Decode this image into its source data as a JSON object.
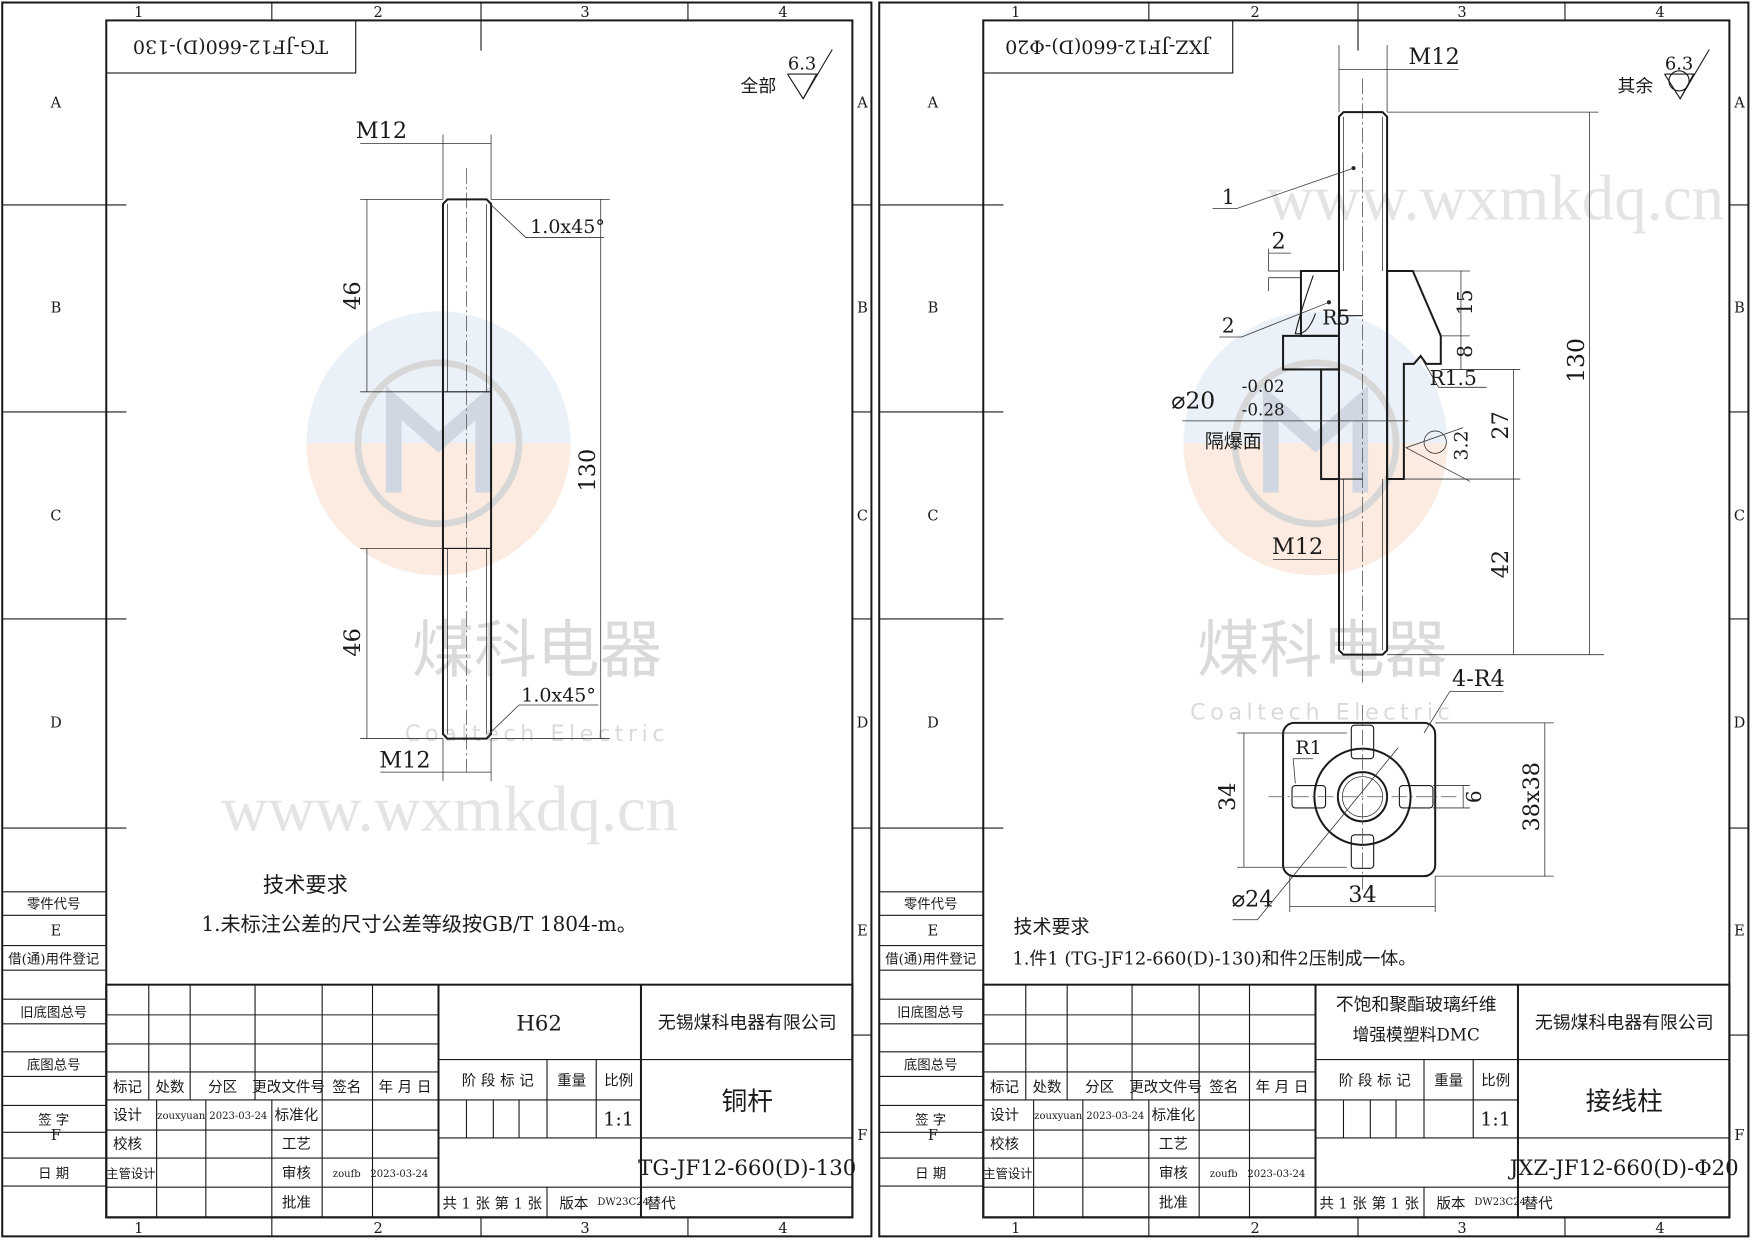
{
  "frame": {
    "col_numbers": [
      "1",
      "2",
      "3",
      "4"
    ],
    "row_letters": [
      "A",
      "B",
      "C",
      "D",
      "E",
      "F"
    ],
    "side_labels": [
      "零件代号",
      "借(通)用件登记",
      "旧底图总号",
      "底图总号",
      "签 字",
      "日 期"
    ],
    "title_block": {
      "headers": [
        "标记",
        "处数",
        "分区",
        "更改文件号",
        "签名",
        "年 月 日"
      ],
      "design": "设计",
      "designer": "zouxyuan",
      "design_date": "2023-03-24",
      "standardize": "标准化",
      "check": "校核",
      "process": "工艺",
      "chief": "主管设计",
      "review": "审核",
      "reviewer": "zoufb",
      "review_date": "2023-03-24",
      "approve": "批准",
      "stage_mark": "阶 段 标 记",
      "weight": "重量",
      "scale_label": "比例",
      "scale": "1:1",
      "sheets": "共 1 张  第 1 张",
      "version_label": "版本",
      "version": "DW23C24",
      "replace": "替代"
    }
  },
  "watermark": {
    "cn": "煤科电器",
    "en": "Coaltech Electric",
    "url": "www.wxmkdq.cn"
  },
  "sheets": [
    {
      "drawing_no_flipped": "TG-JF12-660(D)-130",
      "surface_label": "全部",
      "roughness": "6.3",
      "material": [
        "H62"
      ],
      "company": "无锡煤科电器有限公司",
      "part_name": "铜杆",
      "code": "TG-JF12-660(D)-130",
      "dims": {
        "thread_top": "M12",
        "len1": "46",
        "len2": "46",
        "total": "130",
        "chamfer1": "1.0x45°",
        "chamfer2": "1.0x45°",
        "thread_bottom": "M12"
      },
      "tech": {
        "title": "技术要求",
        "line1": "1.未标注公差的尺寸公差等级按GB/T 1804-m。"
      }
    },
    {
      "drawing_no_flipped": "JXZ-JF12-660(D)-Φ20",
      "surface_label": "其余",
      "roughness": "6.3",
      "material": [
        "不饱和聚酯玻璃纤维",
        "增强模塑料DMC"
      ],
      "company": "无锡煤科电器有限公司",
      "part_name": "接线柱",
      "code": "JXZ-JF12-660(D)-Φ20",
      "dims": {
        "thread_top": "M12",
        "item1": "1",
        "gap": "2",
        "item2": "2",
        "r5": "R5",
        "dia": "⌀20",
        "tol_up": "-0.02",
        "tol_low": "-0.28",
        "flame": "隔爆面",
        "h15": "15",
        "h8": "8",
        "r15": "R1.5",
        "h27": "27",
        "ra": "3.2",
        "total": "130",
        "h42": "42",
        "thread_bottom": "M12",
        "r4": "4-R4",
        "r1": "R1",
        "w34": "34",
        "lug": "6",
        "sq": "38x38",
        "w34b": "34",
        "d24": "⌀24"
      },
      "tech": {
        "title": "技术要求",
        "line1": "1.件1 (TG-JF12-660(D)-130)和件2压制成一体。"
      }
    }
  ]
}
